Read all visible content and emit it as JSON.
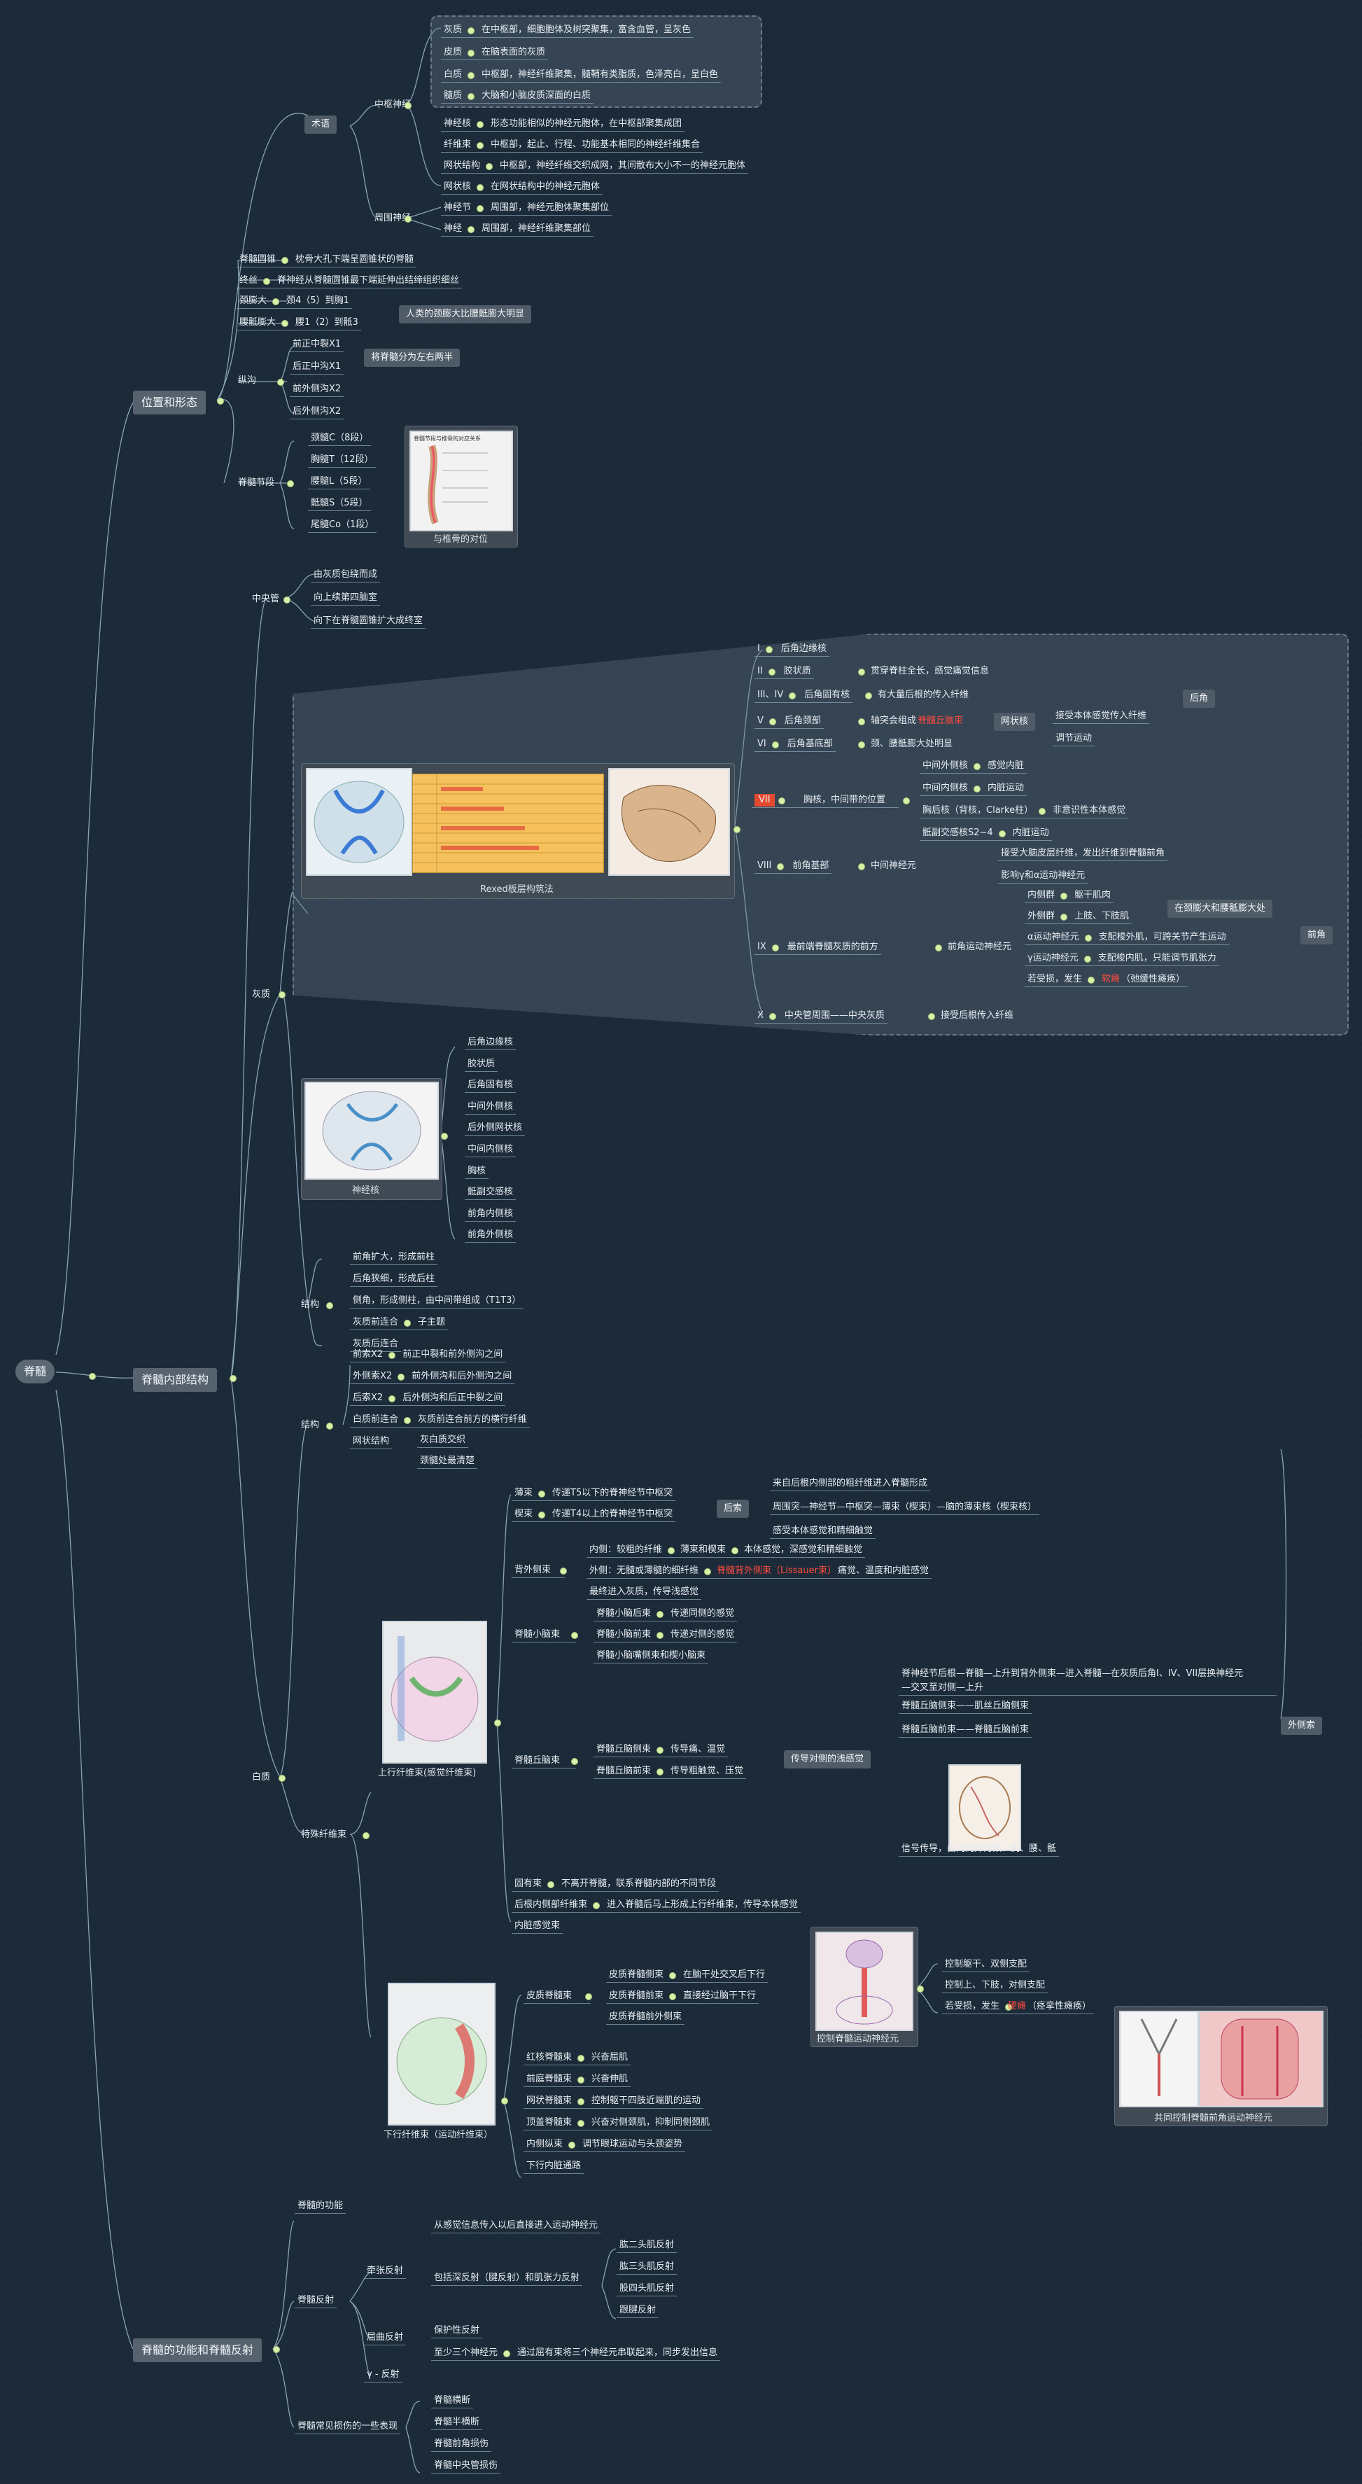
{
  "root": "脊髓",
  "sections": {
    "pos": "位置和形态",
    "inner": "脊髓内部结构",
    "func": "脊髓的功能和脊髓反射"
  },
  "terms": {
    "title": "术语",
    "cns": "中枢神经",
    "pns": "周围神经",
    "items": [
      {
        "k": "灰质",
        "v": "在中枢部，细胞胞体及树突聚集，富含血管，呈灰色"
      },
      {
        "k": "皮质",
        "v": "在脑表面的灰质"
      },
      {
        "k": "白质",
        "v": "中枢部，神经纤维聚集，髓鞘有类脂质，色泽亮白，呈白色"
      },
      {
        "k": "髓质",
        "v": "大脑和小脑皮质深面的白质"
      },
      {
        "k": "神经核",
        "v": "形态功能相似的神经元胞体，在中枢部聚集成团"
      },
      {
        "k": "纤维束",
        "v": "中枢部，起止、行程、功能基本相同的神经纤维集合"
      },
      {
        "k": "网状结构",
        "v": "中枢部，神经纤维交织成网，其间散布大小不一的神经元胞体"
      },
      {
        "k": "网状核",
        "v": "在网状结构中的神经元胞体"
      },
      {
        "k": "神经节",
        "v": "周围部，神经元胞体聚集部位"
      },
      {
        "k": "神经",
        "v": "周围部，神经纤维聚集部位"
      }
    ]
  },
  "position": {
    "conus": {
      "k": "脊髓圆锥",
      "v": "枕骨大孔下端呈圆锥状的脊髓"
    },
    "filum": {
      "k": "终丝",
      "v": "脊神经从脊髓圆锥最下端延伸出结缔组织细丝"
    },
    "cervical": {
      "k": "颈膨大",
      "v": "颈4（5）到胸1"
    },
    "lumbar": {
      "k": "腰骶膨大",
      "v": "腰1（2）到骶3"
    },
    "enlarge_note": "人类的颈膨大比腰骶膨大明显",
    "groove": "纵沟",
    "grooves": [
      "前正中裂X1",
      "后正中沟X1",
      "前外侧沟X2",
      "后外侧沟X2"
    ],
    "groove_note": "将脊髓分为左右两半",
    "segments_title": "脊髓节段",
    "segments": [
      "颈髓C（8段）",
      "胸髓T（12段）",
      "腰髓L（5段）",
      "骶髓S（5段）",
      "尾髓Co（1段）"
    ],
    "seg_caption": "与椎骨的对位",
    "seg_img_title": "脊髓节段与椎骨的对应关系"
  },
  "central_canal": {
    "title": "中央管",
    "items": [
      "由灰质包绕而成",
      "向上续第四脑室",
      "向下在脊髓圆锥扩大成终室"
    ]
  },
  "gray": {
    "title": "灰质",
    "rexed_caption": "Rexed板层构筑法",
    "laminae": [
      {
        "k": "I",
        "v": "后角边缘核"
      },
      {
        "k": "II",
        "v": "胶状质",
        "d": "贯穿脊柱全长，感觉痛觉信息"
      },
      {
        "k": "III、IV",
        "v": "后角固有核",
        "d": "有大量后根的传入纤维"
      },
      {
        "k": "V",
        "v": "后角颈部",
        "d": "轴突会组成",
        "r": "脊髓丘脑束"
      },
      {
        "k": "VI",
        "v": "后角基底部",
        "d": "颈、腰骶膨大处明显"
      },
      {
        "k": "VII",
        "v": "胸核，中间带的位置"
      },
      {
        "k": "VIII",
        "v": "前角基部",
        "d": "中间神经元"
      },
      {
        "k": "IX",
        "v": "最前端脊髓灰质的前方",
        "d": "前角运动神经元"
      },
      {
        "k": "X",
        "v": "中央管周围——中央灰质",
        "d": "接受后根传入纤维"
      }
    ],
    "net": "网状核",
    "net_items": [
      "接受本体感觉传入纤维",
      "调节运动"
    ],
    "dorsal_horn": "后角",
    "vii_items": [
      {
        "k": "中间外侧核",
        "v": "感觉内脏"
      },
      {
        "k": "中间内侧核",
        "v": "内脏运动"
      },
      {
        "k": "胸后核（背核，Clarke柱）",
        "v": "非意识性本体感觉"
      },
      {
        "k": "骶副交感核S2~4",
        "v": "内脏运动"
      }
    ],
    "viii_items": [
      "接受大脑皮层纤维，发出纤维到脊髓前角",
      "影响γ和α运动神经元"
    ],
    "ix_items": [
      {
        "k": "内侧群",
        "v": "躯干肌肉"
      },
      {
        "k": "外侧群",
        "v": "上肢、下肢肌"
      },
      {
        "k": "α运动神经元",
        "v": "支配梭外肌，可跨关节产生运动"
      },
      {
        "k": "γ运动神经元",
        "v": "支配梭内肌，只能调节肌张力"
      },
      {
        "k": "若受损，发生",
        "r": "软瘫",
        "v": "（弛缓性瘫痪）"
      }
    ],
    "ix_note": "在颈膨大和腰骶膨大处",
    "ventral_horn": "前角",
    "nuclei_caption": "神经核",
    "nuclei": [
      "后角边缘核",
      "胶状质",
      "后角固有核",
      "中间外侧核",
      "后外侧网状核",
      "中间内侧核",
      "胸核",
      "骶副交感核",
      "前角内侧核",
      "前角外侧核"
    ],
    "struct_title": "结构",
    "struct": [
      "前角扩大，形成前柱",
      "后角狭细，形成后柱",
      "侧角，形成侧柱，由中间带组成（T1T3）",
      "灰质前连合",
      "灰质后连合"
    ],
    "front_comm_note": "子主题"
  },
  "white": {
    "title": "白质",
    "struct_title": "结构",
    "struct": [
      {
        "k": "前索X2",
        "v": "前正中裂和前外侧沟之间"
      },
      {
        "k": "外侧索X2",
        "v": "前外侧沟和后外侧沟之间"
      },
      {
        "k": "后索X2",
        "v": "后外侧沟和后正中裂之间"
      },
      {
        "k": "白质前连合",
        "v": "灰质前连合前方的横行纤维"
      },
      {
        "k": "网状结构",
        "v": ""
      }
    ],
    "reticular": [
      "灰白质交织",
      "颈髓处最清楚"
    ],
    "tracts": "特殊纤维束",
    "asc_caption": "上行纤维束(感觉纤维束)",
    "asc": {
      "gracile": {
        "k": "薄束",
        "v": "传递T5以下的脊神经节中枢突"
      },
      "cuneate": {
        "k": "楔束",
        "v": "传递T4以上的脊神经节中枢突"
      },
      "post_col": "后索",
      "post_items": [
        "来自后根内侧部的粗纤维进入脊髓形成",
        "周围突—神经节—中枢突—薄束（楔束）—脑的薄束核（楔束核）",
        "感受本体感觉和精细触觉"
      ],
      "lat_bundle": "背外侧束",
      "lat_items": [
        {
          "k": "内侧：较粗的纤维",
          "v": "薄束和楔束",
          "d": "本体感觉，深感觉和精细触觉"
        },
        {
          "k": "外侧：无髓或薄髓的细纤维",
          "r": "脊髓背外侧束（Lissauer束）",
          "v": "痛觉、温度和内脏感觉"
        },
        {
          "k": "最终进入灰质，传导浅感觉",
          "v": ""
        }
      ],
      "scb": "脊髓小脑束",
      "scb_items": [
        {
          "k": "脊髓小脑后束",
          "v": "传递同侧的感觉"
        },
        {
          "k": "脊髓小脑前束",
          "v": "传递对侧的感觉"
        },
        {
          "k": "脊髓小脑嘴侧束和楔小脑束",
          "v": ""
        }
      ],
      "stt": "脊髓丘脑束",
      "stt_items": [
        {
          "k": "脊髓丘脑侧束",
          "v": "传导痛、温觉"
        },
        {
          "k": "脊髓丘脑前束",
          "v": "传导粗触觉、压觉"
        }
      ],
      "stt_mid": "传导对侧的浅感觉",
      "stt_right": [
        "脊神经节后根—脊髓—上升到背外侧束—进入脊髓—在灰质后角I、IV、VII层换神经元—交叉至对侧—上升",
        "脊髓丘脑侧束——肌丝丘脑侧束",
        "脊髓丘脑前束——脊髓丘脑前束",
        "信号传导，由内向外为颈、胸、腰、骶"
      ],
      "lateral_col": "外侧索",
      "propr": {
        "k": "固有束",
        "v": "不离开脊髓，联系脊髓内部的不同节段"
      },
      "dorsal_root": {
        "k": "后根内侧部纤维束",
        "v": "进入脊髓后马上形成上行纤维束，传导本体感觉"
      },
      "visceral": "内脏感觉束"
    },
    "desc_caption": "下行纤维束（运动纤维束）",
    "desc": {
      "cst": "皮质脊髓束",
      "cst_items": [
        {
          "k": "皮质脊髓侧束",
          "v": "在脑干处交叉后下行"
        },
        {
          "k": "皮质脊髓前束",
          "v": "直接经过脑干下行"
        },
        {
          "k": "皮质脊髓前外侧束",
          "v": ""
        }
      ],
      "cst_img": "控制脊髓运动神经元",
      "cst_right": [
        "控制躯干、双侧支配",
        "控制上、下肢，对侧支配"
      ],
      "cst_damage": {
        "k": "若受损，发生",
        "r": "硬瘫",
        "v": "（痉挛性瘫痪）"
      },
      "joint_caption": "共同控制脊髓前角运动神经元",
      "others": [
        {
          "k": "红核脊髓束",
          "v": "兴奋屈肌"
        },
        {
          "k": "前庭脊髓束",
          "v": "兴奋伸肌"
        },
        {
          "k": "网状脊髓束",
          "v": "控制躯干四肢近端肌的运动"
        },
        {
          "k": "顶盖脊髓束",
          "v": "兴奋对侧颈肌，抑制同侧颈肌"
        },
        {
          "k": "内侧纵束",
          "v": "调节眼球运动与头颈姿势"
        },
        {
          "k": "下行内脏通路",
          "v": ""
        }
      ]
    }
  },
  "function": {
    "func": "脊髓的功能",
    "reflex": "脊髓反射",
    "stretch": "牵张反射",
    "stretch_items": [
      "从感觉信息传入以后直接进入运动神经元",
      "包括深反射（腱反射）和肌张力反射"
    ],
    "deep": [
      "肱二头肌反射",
      "肱三头肌反射",
      "股四头肌反射",
      "跟腱反射"
    ],
    "flexor": "屈曲反射",
    "flexor_items": [
      "保护性反射",
      "至少三个神经元"
    ],
    "flexor_note": "通过屈有束将三个神经元串联起来，同步发出信息",
    "gamma": "γ - 反射",
    "damage": "脊髓常见损伤的一些表现",
    "damage_items": [
      "脊髓横断",
      "脊髓半横断",
      "脊髓前角损伤",
      "脊髓中央管损伤"
    ]
  },
  "colors": {
    "bg": "#1b2a38",
    "node": "#4f5c68",
    "line": "#a9c3d2",
    "dot": "#d7f2a6",
    "accent": "#ff4b3e",
    "lamina7": "#e34a2f"
  }
}
